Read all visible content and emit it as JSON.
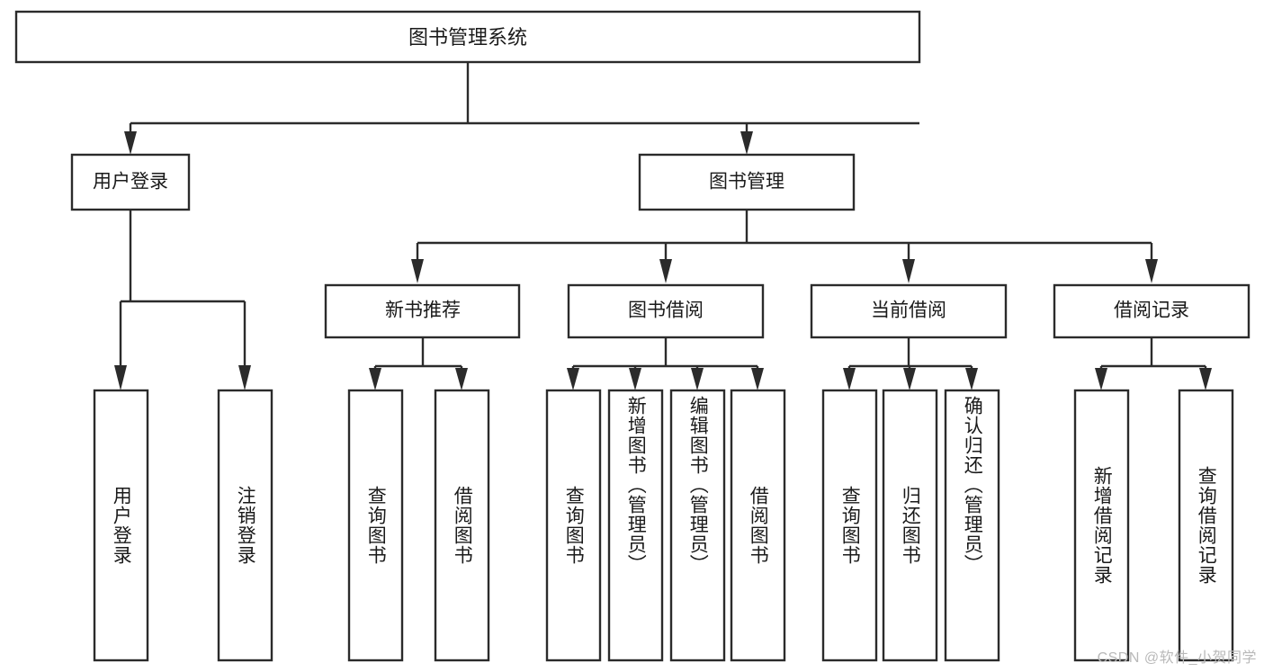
{
  "diagram": {
    "type": "tree-hierarchy",
    "title": "图书管理系统",
    "root": {
      "id": "root",
      "label": "图书管理系统",
      "orientation": "horizontal"
    },
    "level2": [
      {
        "id": "user-login",
        "label": "用户登录",
        "orientation": "horizontal"
      },
      {
        "id": "book-manage",
        "label": "图书管理",
        "orientation": "horizontal"
      }
    ],
    "level3": [
      {
        "id": "new-book-rec",
        "label": "新书推荐",
        "orientation": "horizontal",
        "parent": "book-manage"
      },
      {
        "id": "book-borrow",
        "label": "图书借阅",
        "orientation": "horizontal",
        "parent": "book-manage"
      },
      {
        "id": "current-borrow",
        "label": "当前借阅",
        "orientation": "horizontal",
        "parent": "book-manage"
      },
      {
        "id": "borrow-record",
        "label": "借阅记录",
        "orientation": "horizontal",
        "parent": "book-manage"
      }
    ],
    "leaves": [
      {
        "id": "leaf-user-login",
        "label": "用户登录",
        "orientation": "vertical",
        "parent": "user-login"
      },
      {
        "id": "leaf-user-logout",
        "label": "注销登录",
        "orientation": "vertical",
        "parent": "user-login"
      },
      {
        "id": "leaf-query-book-1",
        "label": "查询图书",
        "orientation": "vertical",
        "parent": "new-book-rec"
      },
      {
        "id": "leaf-borrow-book-1",
        "label": "借阅图书",
        "orientation": "vertical",
        "parent": "new-book-rec"
      },
      {
        "id": "leaf-query-book-2",
        "label": "查询图书",
        "orientation": "vertical",
        "parent": "book-borrow"
      },
      {
        "id": "leaf-add-book",
        "label": "新增图书（管理员）",
        "orientation": "vertical",
        "parent": "book-borrow"
      },
      {
        "id": "leaf-edit-book",
        "label": "编辑图书（管理员）",
        "orientation": "vertical",
        "parent": "book-borrow"
      },
      {
        "id": "leaf-borrow-book-2",
        "label": "借阅图书",
        "orientation": "vertical",
        "parent": "book-borrow"
      },
      {
        "id": "leaf-query-book-3",
        "label": "查询图书",
        "orientation": "vertical",
        "parent": "current-borrow"
      },
      {
        "id": "leaf-return-book",
        "label": "归还图书",
        "orientation": "vertical",
        "parent": "current-borrow"
      },
      {
        "id": "leaf-confirm-return",
        "label": "确认归还（管理员）",
        "orientation": "vertical",
        "parent": "current-borrow"
      },
      {
        "id": "leaf-add-record",
        "label": "新增借阅记录",
        "orientation": "vertical",
        "parent": "borrow-record"
      },
      {
        "id": "leaf-query-record",
        "label": "查询借阅记录",
        "orientation": "vertical",
        "parent": "borrow-record"
      }
    ]
  },
  "watermark": {
    "text": "CSDN @软件_小贺同学"
  },
  "colors": {
    "box_stroke": "#2b2b2b",
    "box_fill": "#ffffff",
    "text": "#1a1a1a",
    "background": "#ffffff",
    "watermark": "#b9b9b9"
  }
}
